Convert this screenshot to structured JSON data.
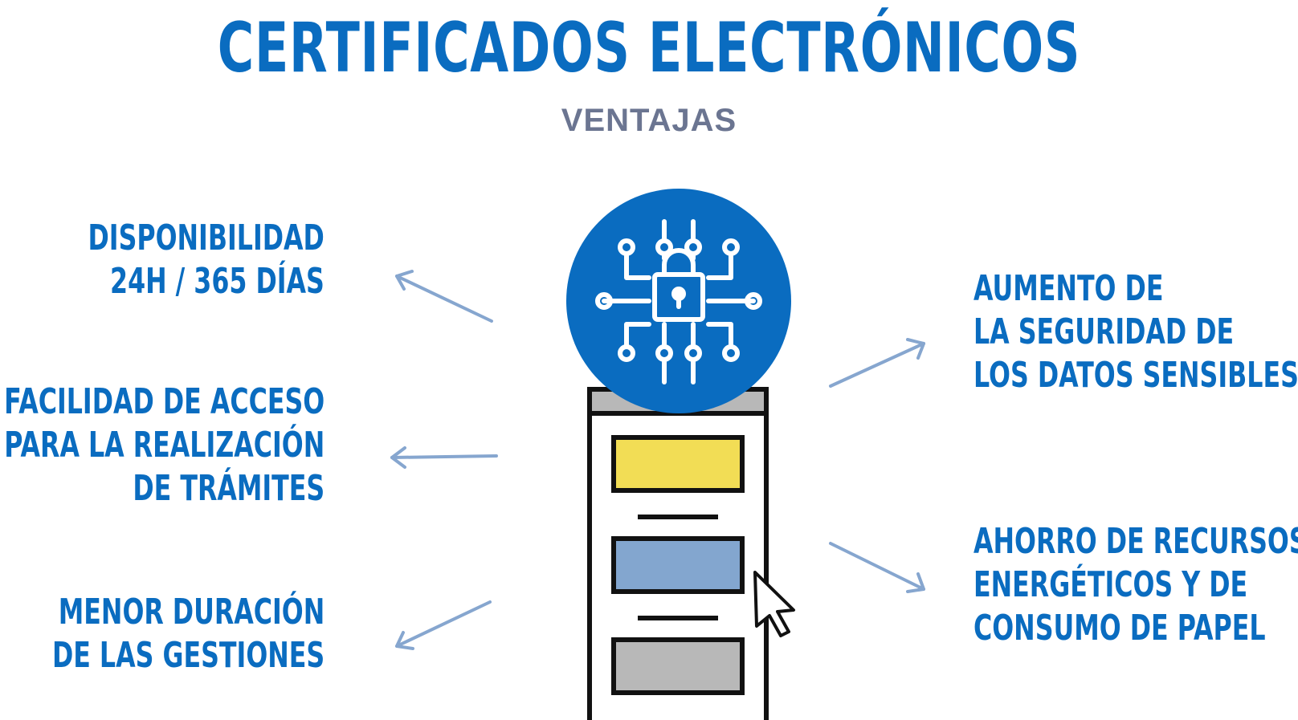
{
  "header": {
    "title": "CERTIFICADOS ELECTRÓNICOS",
    "subtitle": "VENTAJAS"
  },
  "advantages": {
    "left": [
      {
        "lines": [
          "DISPONIBILIDAD",
          "24H / 365 DÍAS"
        ]
      },
      {
        "lines": [
          "FACILIDAD DE ACCESO",
          "PARA LA REALIZACIÓN",
          "DE TRÁMITES"
        ]
      },
      {
        "lines": [
          "MENOR DURACIÓN",
          "DE LAS GESTIONES"
        ]
      }
    ],
    "right": [
      {
        "lines": [
          "AUMENTO DE",
          "LA SEGURIDAD DE",
          "LOS DATOS SENSIBLES"
        ]
      },
      {
        "lines": [
          "AHORRO DE RECURSOS",
          "ENERGÉTICOS Y DE",
          "CONSUMO DE PAPEL"
        ]
      }
    ]
  },
  "icons": {
    "center_badge": "padlock-circuit-icon",
    "device": "browser-window-icon",
    "pointer": "mouse-cursor-icon"
  },
  "colors": {
    "primary_blue": "#0a6cc0",
    "subtitle_gray": "#6b7591",
    "arrow_blue": "#86a6cf",
    "badge_yellow": "#f2dd55",
    "badge_blue": "#83a6cf",
    "badge_gray": "#b8b8b8",
    "outline": "#111111"
  }
}
